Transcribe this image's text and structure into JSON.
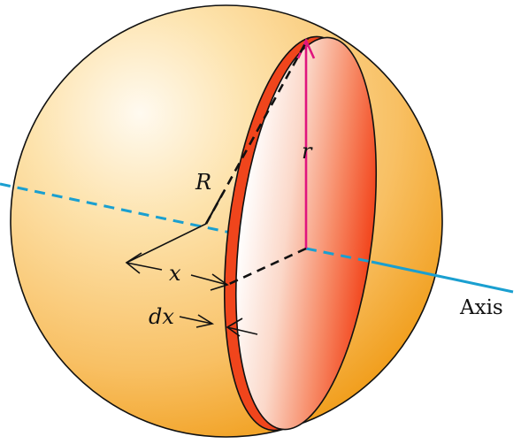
{
  "labels": {
    "R": "R",
    "r": "r",
    "x": "x",
    "dx": "dx",
    "axis": "Axis"
  },
  "colors": {
    "sphere_light": "#fffaf0",
    "sphere_mid": "#fcd892",
    "sphere_dark": "#f3a21e",
    "disk_rim": "#f0451c",
    "disk_face_light": "#ffffff",
    "disk_face_dark": "#f4451c",
    "axis": "#1a9fd0",
    "radius_r": "#e0157e",
    "dashed": "#111111"
  }
}
